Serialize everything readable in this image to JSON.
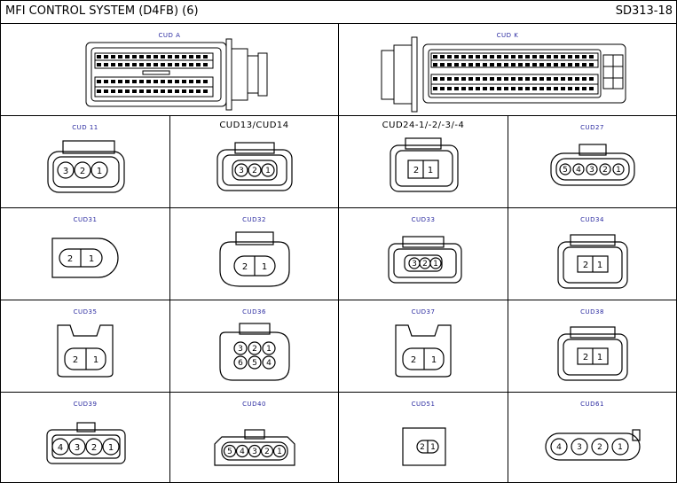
{
  "header": {
    "title": "MFI CONTROL SYSTEM (D4FB) (6)",
    "code": "SD313-18"
  },
  "connectors": [
    {
      "id": "cud-a",
      "label": "CUD A"
    },
    {
      "id": "cud-k",
      "label": "CUD K"
    },
    {
      "id": "cud11",
      "label": "CUD 11",
      "pins": [
        "3",
        "2",
        "1"
      ]
    },
    {
      "id": "cud13-14",
      "label": "CUD13/CUD14",
      "pins": [
        "3",
        "2",
        "1"
      ]
    },
    {
      "id": "cud24",
      "label": "CUD24-1/-2/-3/-4",
      "pins": [
        "2",
        "1"
      ]
    },
    {
      "id": "cud27",
      "label": "CUD27",
      "pins": [
        "5",
        "4",
        "3",
        "2",
        "1"
      ]
    },
    {
      "id": "cud31",
      "label": "CUD31",
      "pins": [
        "2",
        "1"
      ]
    },
    {
      "id": "cud32",
      "label": "CUD32",
      "pins": [
        "2",
        "1"
      ]
    },
    {
      "id": "cud33",
      "label": "CUD33",
      "pins": [
        "3",
        "2",
        "1"
      ]
    },
    {
      "id": "cud34",
      "label": "CUD34",
      "pins": [
        "2",
        "1"
      ]
    },
    {
      "id": "cud35",
      "label": "CUD35",
      "pins": [
        "2",
        "1"
      ]
    },
    {
      "id": "cud36",
      "label": "CUD36",
      "pins_top": [
        "3",
        "2",
        "1"
      ],
      "pins_bottom": [
        "6",
        "5",
        "4"
      ]
    },
    {
      "id": "cud37",
      "label": "CUD37",
      "pins": [
        "2",
        "1"
      ]
    },
    {
      "id": "cud38",
      "label": "CUD38",
      "pins": [
        "2",
        "1"
      ]
    },
    {
      "id": "cud39",
      "label": "CUD39",
      "pins": [
        "4",
        "3",
        "2",
        "1"
      ]
    },
    {
      "id": "cud40",
      "label": "CUD40",
      "pins": [
        "5",
        "4",
        "3",
        "2",
        "1"
      ]
    },
    {
      "id": "cud51",
      "label": "CUD51",
      "pins": [
        "2",
        "1"
      ]
    },
    {
      "id": "cud61",
      "label": "CUD61",
      "pins": [
        "4",
        "3",
        "2",
        "1"
      ]
    }
  ]
}
